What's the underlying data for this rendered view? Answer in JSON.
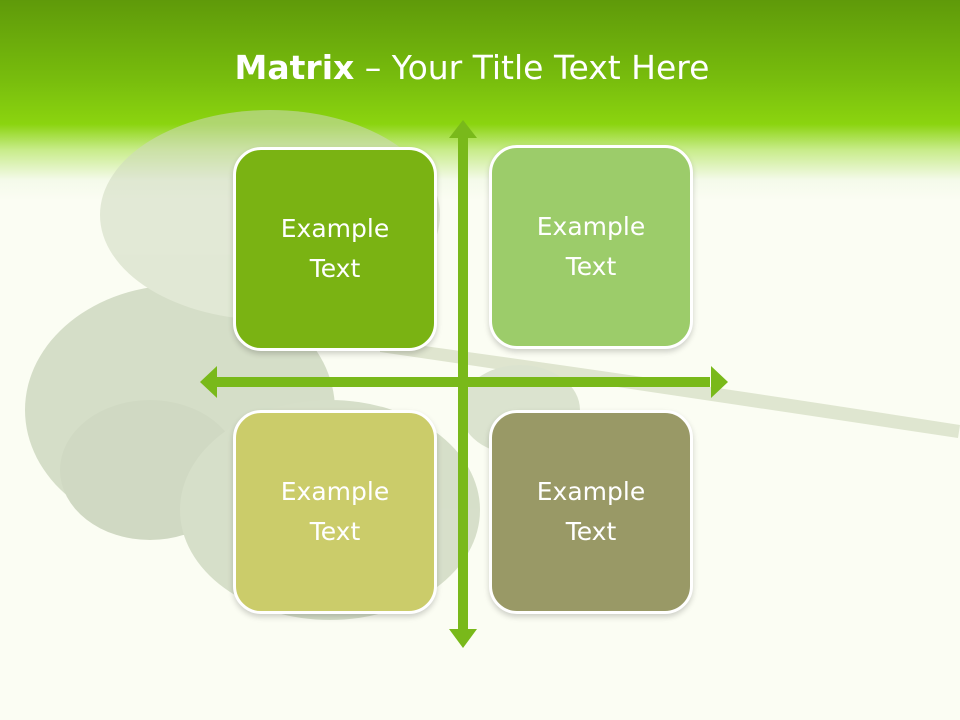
{
  "title": {
    "bold": "Matrix",
    "rest": " – Your Title Text Here"
  },
  "cells": [
    {
      "text": "Example Text",
      "color": "#7ab313"
    },
    {
      "text": "Example Text",
      "color": "#9ccc6a"
    },
    {
      "text": "Example Text",
      "color": "#cbcc6a"
    },
    {
      "text": "Example Text",
      "color": "#999966"
    }
  ],
  "colors": {
    "header_green": "#8bd40f",
    "axis_green": "#79b91a",
    "background": "#fbfdf3"
  }
}
